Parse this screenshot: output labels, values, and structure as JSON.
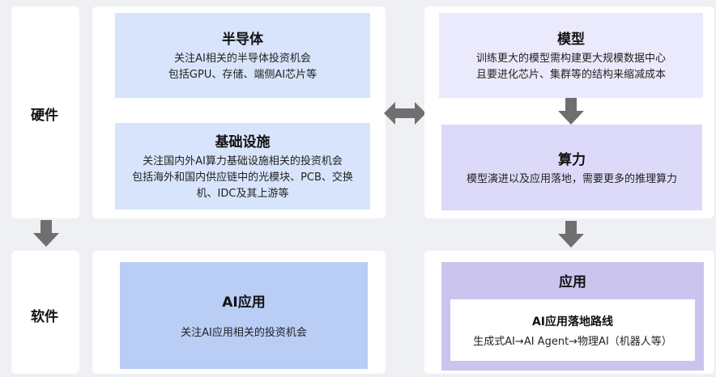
{
  "colors": {
    "background": "#eef0f4",
    "panel": "#ffffff",
    "blue_light": "#d7e4fb",
    "blue_mid": "#b9cdf5",
    "lavender_light": "#ebeafc",
    "lavender_mid": "#dcdaf8",
    "purple_light": "#cbc4ef",
    "arrow": "#6f6f6f"
  },
  "left": {
    "hardware_label": "硬件",
    "software_label": "软件"
  },
  "semiconductor": {
    "title": "半导体",
    "lines": [
      "关注AI相关的半导体投资机会",
      "包括GPU、存储、端侧AI芯片等"
    ]
  },
  "infrastructure": {
    "title": "基础设施",
    "lines": [
      "关注国内外AI算力基础设施相关的投资机会",
      "包括海外和国内供应链中的光模块、PCB、交换",
      "机、IDC及其上游等"
    ]
  },
  "ai_app": {
    "title": "AI应用",
    "lines": [
      "关注AI应用相关的投资机会"
    ]
  },
  "model": {
    "title": "模型",
    "lines": [
      "训练更大的模型需构建更大规模数据中心",
      "且要进化芯片、集群等的结构来缩减成本"
    ]
  },
  "compute": {
    "title": "算力",
    "lines": [
      "模型演进以及应用落地，需要更多的推理算力"
    ]
  },
  "application": {
    "title": "应用",
    "route_title": "AI应用落地路线",
    "route_text": "生成式AI→AI Agent→物理AI（机器人等）"
  },
  "icons": {
    "down_arrow": "arrow-down-icon",
    "double_arrow": "double-arrow-icon"
  }
}
